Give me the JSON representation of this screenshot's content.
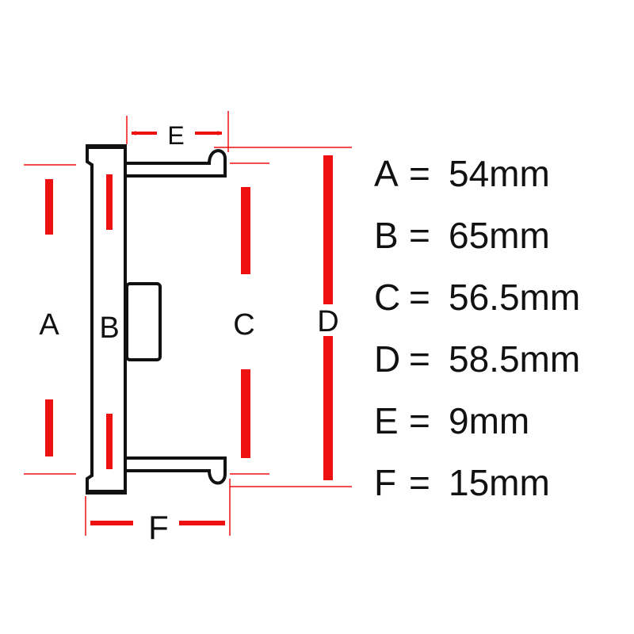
{
  "diagram": {
    "labels": {
      "a": "A",
      "b": "B",
      "c": "C",
      "d": "D",
      "e": "E",
      "f": "F"
    }
  },
  "specs": [
    {
      "key": "A",
      "eq": "=",
      "value": "54mm"
    },
    {
      "key": "B",
      "eq": "=",
      "value": "65mm"
    },
    {
      "key": "C",
      "eq": "=",
      "value": "56.5mm"
    },
    {
      "key": "D",
      "eq": "=",
      "value": "58.5mm"
    },
    {
      "key": "E",
      "eq": "=",
      "value": "9mm"
    },
    {
      "key": "F",
      "eq": "=",
      "value": "15mm"
    }
  ],
  "colors": {
    "arrow": "#ee1111",
    "outline": "#111111",
    "background": "#ffffff"
  }
}
